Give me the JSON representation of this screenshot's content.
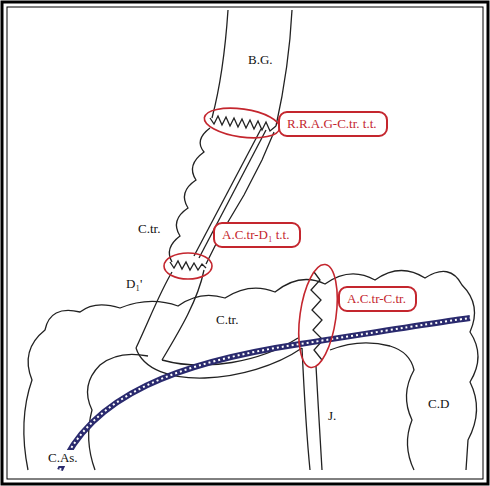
{
  "diagram": {
    "nodes": [
      {
        "text": [
          "R.R.A.G-C.tr. t.t."
        ]
      },
      {
        "text": [
          "A.C.tr-D₁ t.t."
        ]
      },
      {
        "text": [
          "A.C.tr-C.tr."
        ]
      }
    ],
    "labels": [
      "B.G.",
      "C.tr.",
      "D₁'",
      "C.tr.",
      "C.D",
      "J.",
      "C.As."
    ]
  }
}
